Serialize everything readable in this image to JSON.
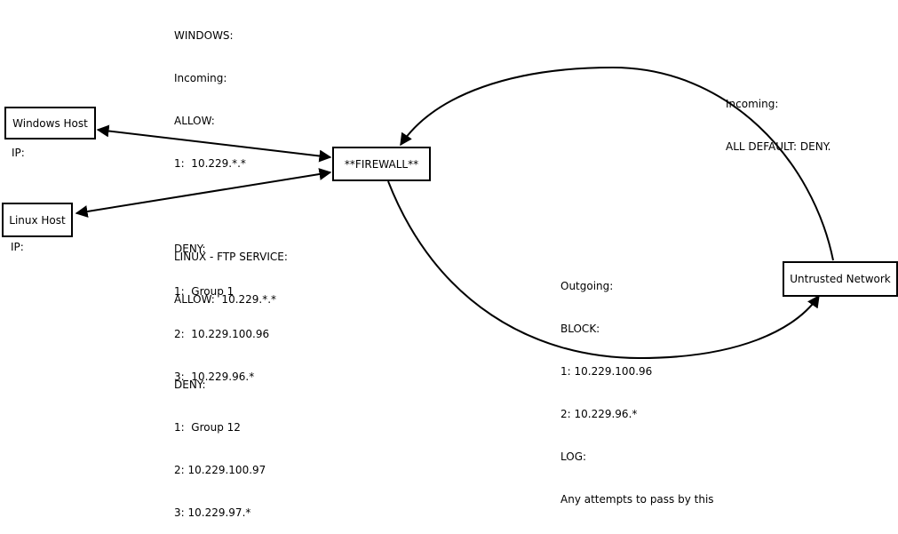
{
  "nodes": {
    "windows_host": "Windows Host",
    "linux_host": "Linux Host",
    "firewall": "**FIREWALL**",
    "untrusted_network": "Untrusted Network"
  },
  "host_labels": {
    "windows_ip": "IP:",
    "linux_ip": "IP:"
  },
  "windows_rules": {
    "title": "WINDOWS:",
    "incoming": "Incoming:",
    "allow_heading": "ALLOW:",
    "allow": [
      "1:  10.229.*.*"
    ],
    "deny_heading": "DENY:",
    "deny": [
      "1:  Group 1",
      "2:  10.229.100.96",
      "3:  10.229.96.*"
    ]
  },
  "linux_rules": {
    "title": "LINUX - FTP SERVICE:",
    "allow": "ALLOW:  10.229.*.*",
    "deny_heading": "DENY:",
    "deny": [
      "1:  Group 12",
      "2: 10.229.100.97",
      "3: 10.229.97.*"
    ]
  },
  "incoming_rules": {
    "heading": "Incoming:",
    "rule": "ALL DEFAULT: DENY."
  },
  "outgoing_rules": {
    "heading": "Outgoing:",
    "block_heading": "BLOCK:",
    "block": [
      "1: 10.229.100.96",
      "2: 10.229.96.*"
    ],
    "log_heading": "LOG:",
    "log": "Any attempts to pass by this"
  }
}
